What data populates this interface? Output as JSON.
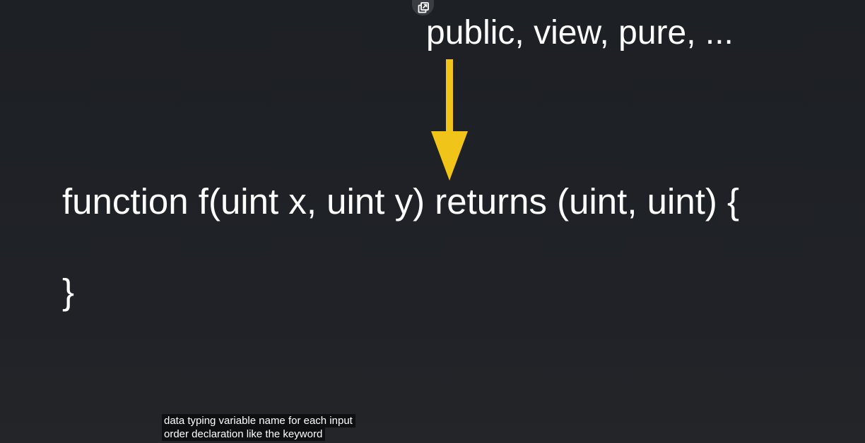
{
  "slide": {
    "modifiers_text": "public, view, pure, ...",
    "signature_text": "function f(uint x, uint y)  returns (uint, uint) {",
    "closing_brace": "}",
    "arrow_color": "#f0c419",
    "text_color": "#ffffff",
    "background_color": "#1f2126"
  },
  "controls": {
    "popout_icon": "popout-icon"
  },
  "captions": {
    "lines": [
      "data typing variable name for each input",
      "order declaration like the keyword"
    ]
  }
}
